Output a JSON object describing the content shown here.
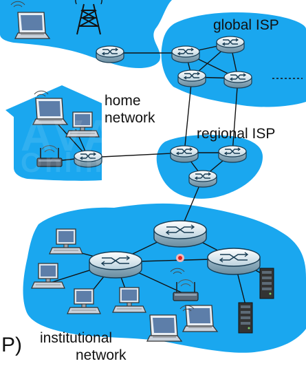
{
  "labels": {
    "global_isp": "global ISP",
    "home_network_line1": "home",
    "home_network_line2": "network",
    "regional_isp": "regional ISP",
    "institutional_line1": "institutional",
    "institutional_line2": "network",
    "cut_off_text": "P)"
  },
  "colors": {
    "network_blue": "#1aa7ef",
    "router_body": "#cfe3ee",
    "router_rim": "#173b52",
    "link": "#111111"
  },
  "icons": [
    "laptop-icon",
    "cell-tower-icon",
    "router-icon",
    "desktop-pc-icon",
    "wireless-access-point-icon",
    "server-icon",
    "pointer-dot-icon"
  ]
}
